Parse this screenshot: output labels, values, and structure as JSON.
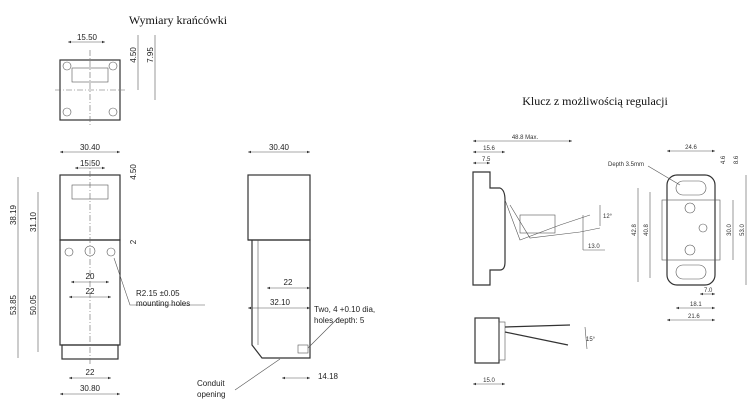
{
  "titles": {
    "limit_switch": "Wymiary krańcówki",
    "key": "Klucz z możliwością regulacji"
  },
  "top_view": {
    "width_inner": "15.50",
    "h1": "4.50",
    "h2": "7.95"
  },
  "front_view": {
    "width": "30.40",
    "width_inner": "15.50",
    "h_top": "4.50",
    "h_upper_outer": "38.19",
    "h_upper_inner": "31.10",
    "h_offset": "2",
    "hole_spacing_inner": "20",
    "hole_spacing": "22",
    "h_lower_outer": "53.85",
    "h_lower_inner": "50.05",
    "base_hole_spacing": "22",
    "base_width": "30.80",
    "note_line1": "R2.15 ±0.05",
    "note_line2": "mounting holes"
  },
  "side_view": {
    "width": "30.40",
    "d1": "22",
    "d2": "32.10",
    "d3": "14.18",
    "note_holes_line1": "Two, 4 +0.10 dia,",
    "note_holes_line2": "holes depth: 5",
    "note_conduit_line1": "Conduit",
    "note_conduit_line2": "opening"
  },
  "key_side": {
    "max_len": "48.8 Max.",
    "d1": "15.6",
    "d2": "7.5",
    "angle": "12°",
    "d3": "13.0"
  },
  "key_front": {
    "width": "24.6",
    "d1": "4.6",
    "d2": "8.6",
    "depth_note": "Depth 3.5mm",
    "h1": "42.8",
    "h2": "40.8",
    "h3": "30.0",
    "h4": "53.0",
    "w1": "7.0",
    "w2": "18.1",
    "w3": "21.6"
  },
  "key_bottom": {
    "angle": "15°",
    "width": "15.0"
  }
}
